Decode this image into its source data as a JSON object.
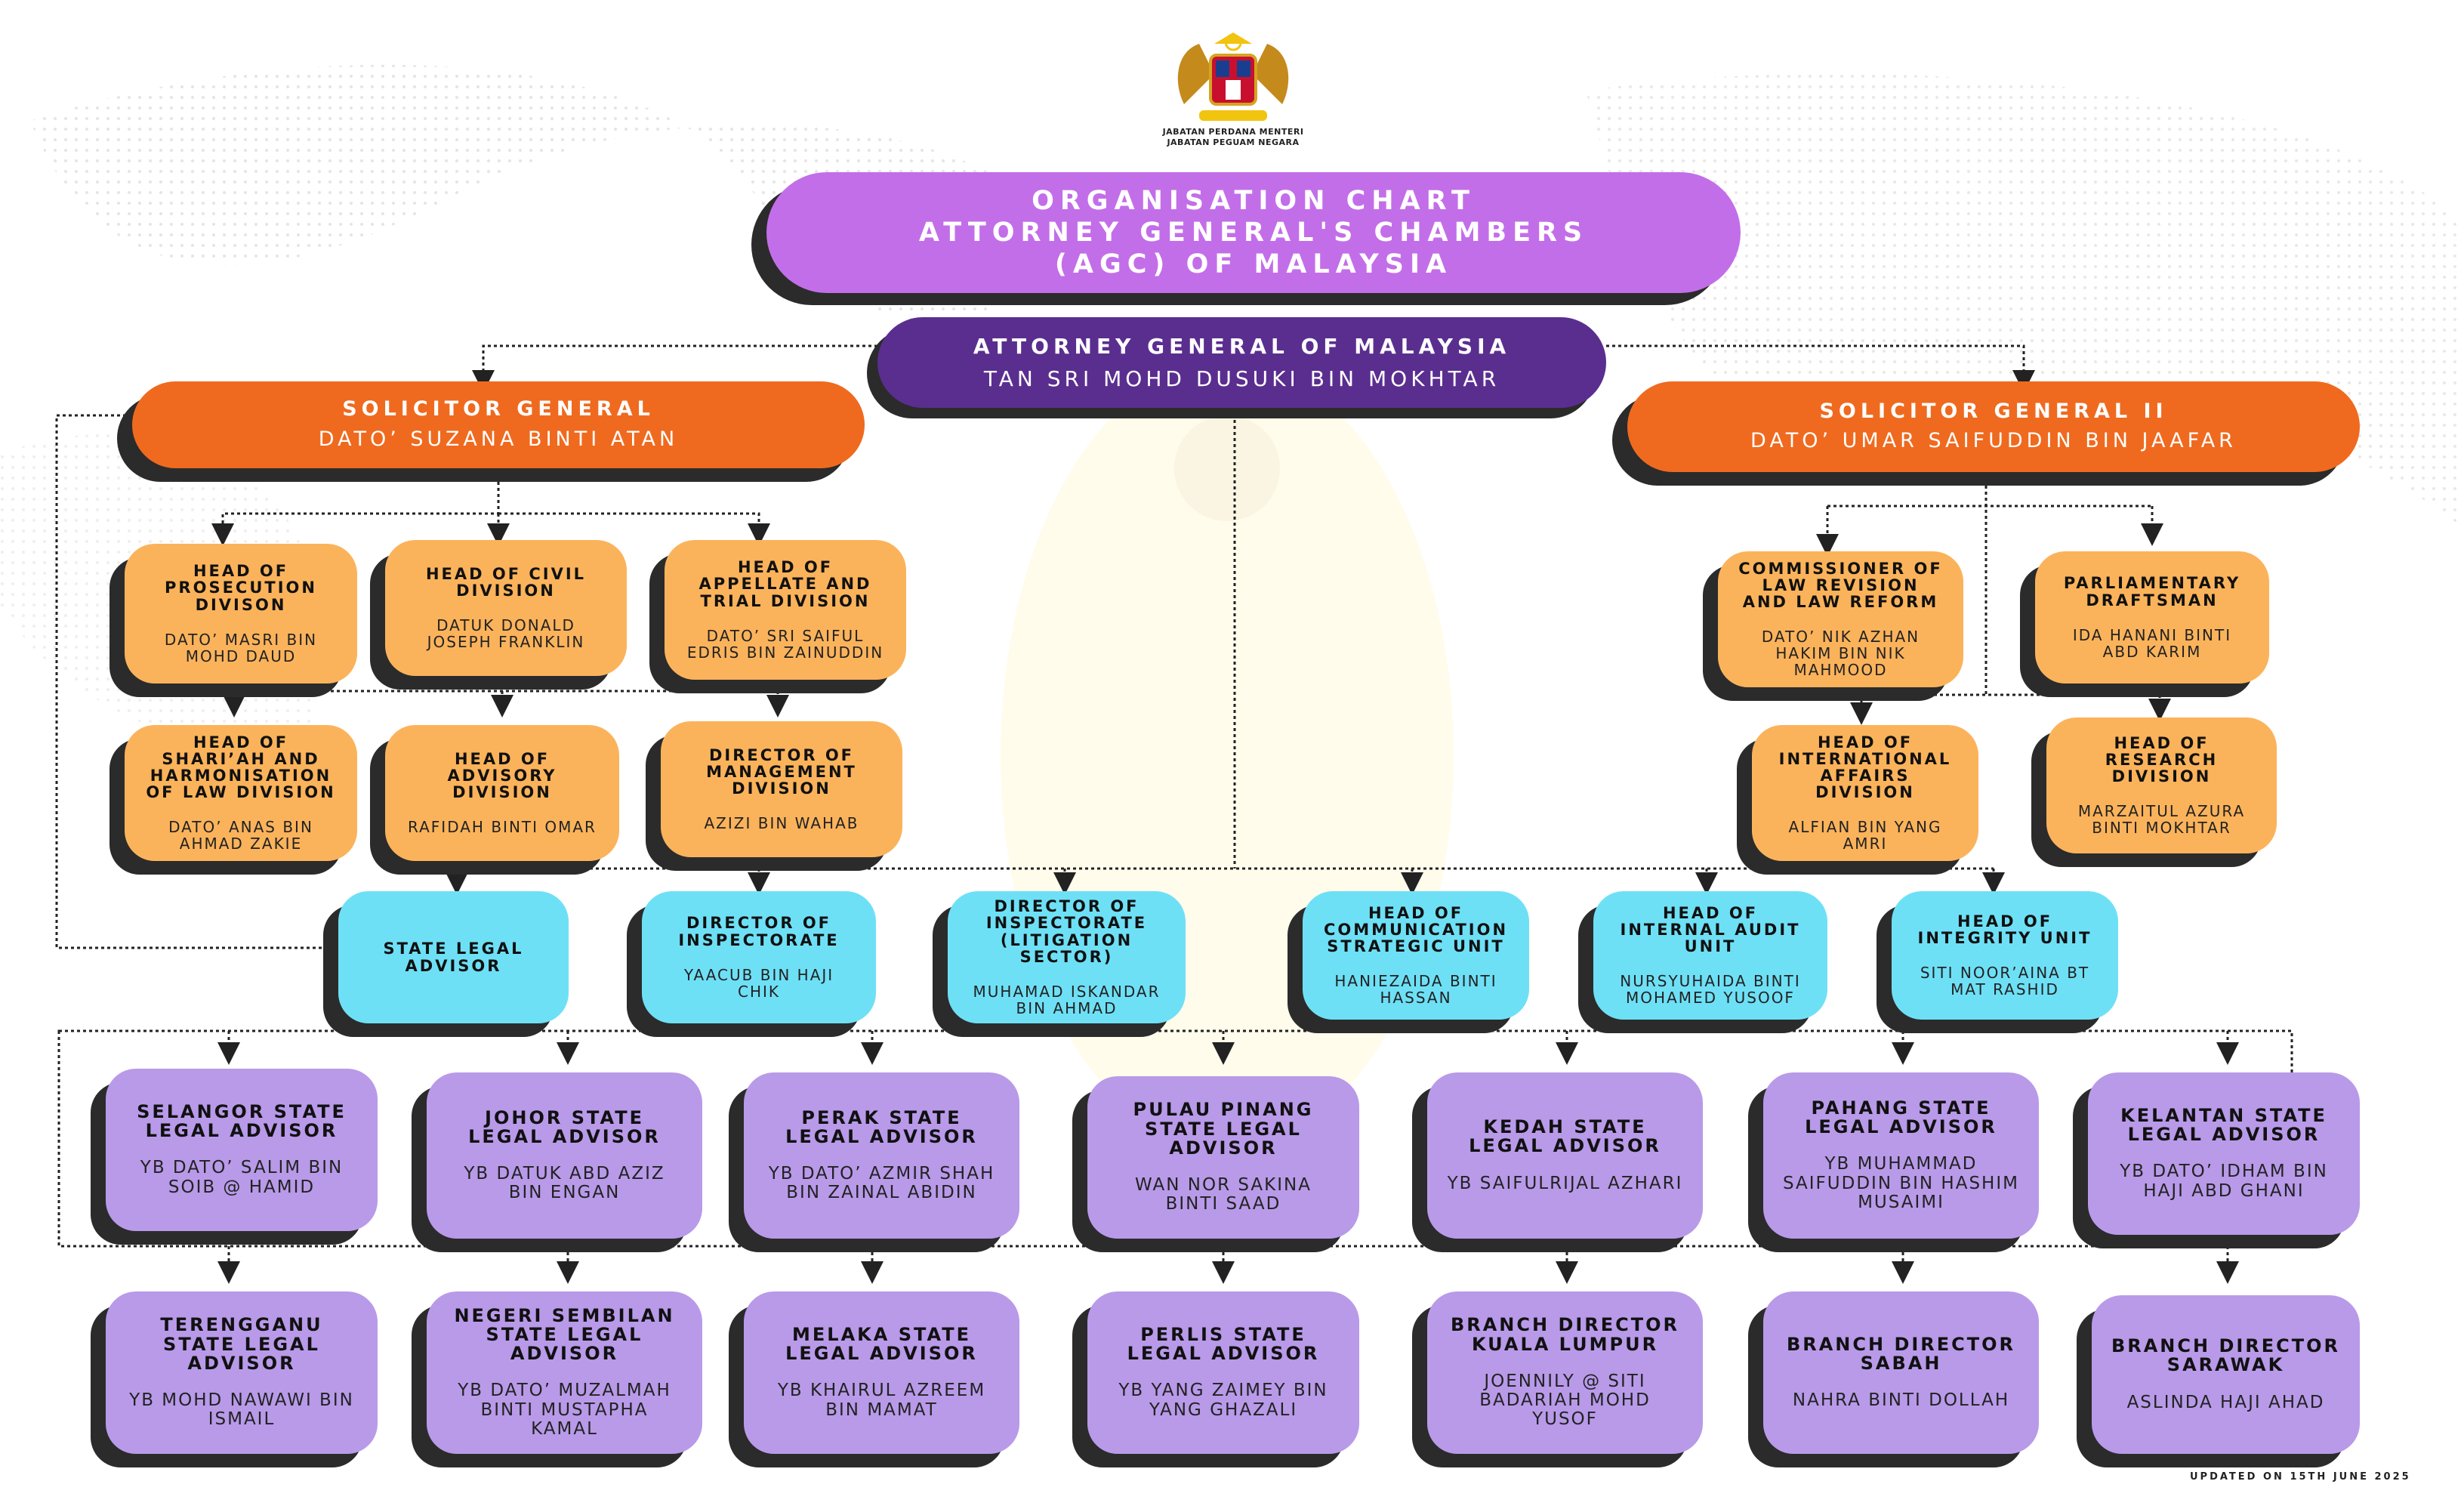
{
  "header": {
    "caption_line1": "JABATAN PERDANA MENTERI",
    "caption_line2": "JABATAN PEGUAM NEGARA",
    "title_line1": "ORGANISATION CHART",
    "title_line2": "ATTORNEY GENERAL'S CHAMBERS",
    "title_line3": "(AGC) OF MALAYSIA"
  },
  "ag": {
    "title": "ATTORNEY GENERAL OF MALAYSIA",
    "name": "TAN SRI MOHD DUSUKI BIN MOKHTAR"
  },
  "sg1": {
    "title": "SOLICITOR GENERAL",
    "name": "DATO’ SUZANA BINTI ATAN"
  },
  "sg2": {
    "title": "SOLICITOR GENERAL II",
    "name": "DATO’ UMAR SAIFUDDIN BIN JAAFAR"
  },
  "orange_left": [
    {
      "title": "HEAD OF PROSECUTION DIVISON",
      "name": "DATO’ MASRI BIN MOHD DAUD"
    },
    {
      "title": "HEAD OF CIVIL DIVISION",
      "name": "DATUK DONALD JOSEPH FRANKLIN"
    },
    {
      "title": "HEAD OF APPELLATE AND TRIAL DIVISION",
      "name": "DATO’ SRI SAIFUL EDRIS BIN ZAINUDDIN"
    },
    {
      "title": "HEAD OF SHARI’AH AND HARMONISATION OF LAW DIVISION",
      "name": "DATO’ ANAS BIN AHMAD ZAKIE"
    },
    {
      "title": "HEAD OF ADVISORY DIVISION",
      "name": "RAFIDAH BINTI OMAR"
    },
    {
      "title": "DIRECTOR OF MANAGEMENT DIVISION",
      "name": "AZIZI BIN WAHAB"
    }
  ],
  "orange_right": [
    {
      "title": "COMMISSIONER OF LAW REVISION AND LAW REFORM",
      "name": "DATO’ NIK AZHAN HAKIM BIN NIK MAHMOOD"
    },
    {
      "title": "PARLIAMENTARY DRAFTSMAN",
      "name": "IDA HANANI BINTI ABD KARIM"
    },
    {
      "title": "HEAD OF INTERNATIONAL AFFAIRS DIVISION",
      "name": "ALFIAN BIN YANG AMRI"
    },
    {
      "title": "HEAD OF RESEARCH DIVISION",
      "name": "MARZAITUL AZURA BINTI MOKHTAR"
    }
  ],
  "cyan": [
    {
      "title": "STATE LEGAL ADVISOR",
      "name": ""
    },
    {
      "title": "DIRECTOR OF INSPECTORATE",
      "name": "YAACUB BIN HAJI CHIK"
    },
    {
      "title": "DIRECTOR OF INSPECTORATE (LITIGATION SECTOR)",
      "name": "MUHAMAD ISKANDAR BIN AHMAD"
    },
    {
      "title": "HEAD OF COMMUNICATION STRATEGIC UNIT",
      "name": "HANIEZAIDA BINTI HASSAN"
    },
    {
      "title": "HEAD OF INTERNAL AUDIT UNIT",
      "name": "NURSYUHAIDA BINTI MOHAMED YUSOOF"
    },
    {
      "title": "HEAD OF INTEGRITY UNIT",
      "name": "SITI NOOR’AINA BT MAT RASHID"
    }
  ],
  "states_row1": [
    {
      "title": "SELANGOR STATE LEGAL ADVISOR",
      "name": "YB DATO’ SALIM BIN SOIB @ HAMID"
    },
    {
      "title": "JOHOR STATE LEGAL ADVISOR",
      "name": "YB DATUK ABD AZIZ BIN ENGAN"
    },
    {
      "title": "PERAK STATE LEGAL ADVISOR",
      "name": "YB DATO’ AZMIR SHAH BIN ZAINAL ABIDIN"
    },
    {
      "title": "PULAU PINANG STATE LEGAL ADVISOR",
      "name": "WAN NOR SAKINA BINTI SAAD"
    },
    {
      "title": "KEDAH STATE LEGAL ADVISOR",
      "name": "YB SAIFULRIJAL AZHARI"
    },
    {
      "title": "PAHANG STATE LEGAL ADVISOR",
      "name": "YB MUHAMMAD SAIFUDDIN BIN HASHIM MUSAIMI"
    },
    {
      "title": "KELANTAN STATE LEGAL ADVISOR",
      "name": "YB DATO’ IDHAM BIN HAJI ABD GHANI"
    }
  ],
  "states_row2": [
    {
      "title": "TERENGGANU STATE LEGAL ADVISOR",
      "name": "YB MOHD NAWAWI BIN ISMAIL"
    },
    {
      "title": "NEGERI SEMBILAN STATE LEGAL ADVISOR",
      "name": "YB DATO’ MUZALMAH BINTI MUSTAPHA KAMAL"
    },
    {
      "title": "MELAKA STATE LEGAL ADVISOR",
      "name": "YB KHAIRUL AZREEM BIN MAMAT"
    },
    {
      "title": "PERLIS STATE LEGAL ADVISOR",
      "name": "YB YANG ZAIMEY BIN YANG GHAZALI"
    },
    {
      "title": "BRANCH DIRECTOR KUALA LUMPUR",
      "name": "JOENNILY @ SITI BADARIAH MOHD YUSOF"
    },
    {
      "title": "BRANCH DIRECTOR SABAH",
      "name": "NAHRA BINTI DOLLAH"
    },
    {
      "title": "BRANCH DIRECTOR SARAWAK",
      "name": "ASLINDA HAJI AHAD"
    }
  ],
  "footer": {
    "updated": "UPDATED ON 15TH JUNE 2025"
  },
  "colors": {
    "orange": "#fbb35b",
    "cyan": "#6ee0f6",
    "purple": "#b89ae9",
    "dark_orange": "#ef6a1f",
    "title_purple": "#c36ee9",
    "ag_purple": "#5a2e8f"
  }
}
